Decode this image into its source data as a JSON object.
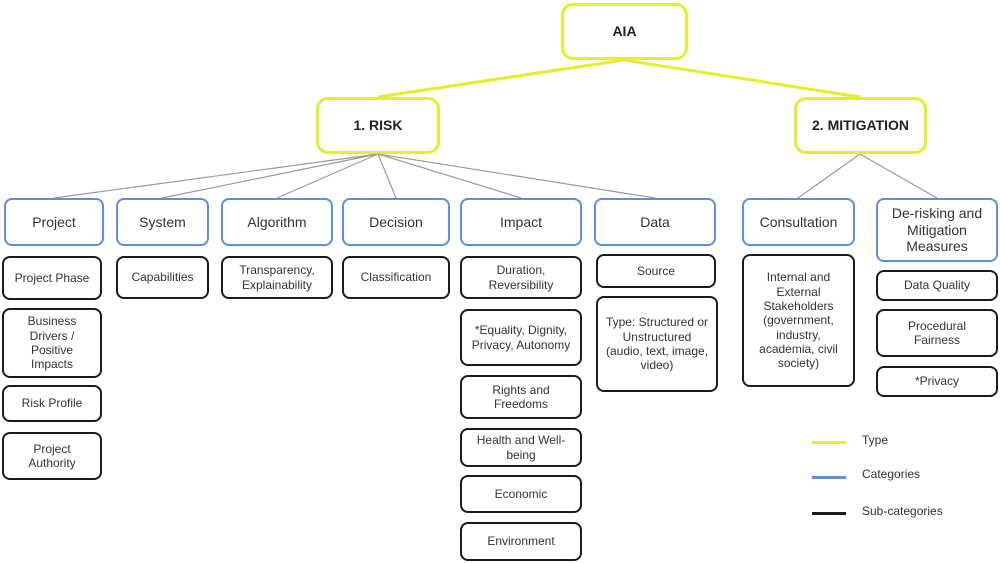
{
  "type_nodes": {
    "root": "AIA",
    "risk": "1. RISK",
    "mitigation": "2. MITIGATION"
  },
  "categories": {
    "project": "Project",
    "system": "System",
    "algorithm": "Algorithm",
    "decision": "Decision",
    "impact": "Impact",
    "data": "Data",
    "consultation": "Consultation",
    "derisking": "De-risking and Mitigation Measures"
  },
  "subcategories": {
    "project": [
      "Project Phase",
      "Business Drivers / Positive Impacts",
      "Risk Profile",
      "Project Authority"
    ],
    "system": [
      "Capabilities"
    ],
    "algorithm": [
      "Transparency, Explainability"
    ],
    "decision": [
      "Classification"
    ],
    "impact": [
      "Duration, Reversibility",
      "*Equality, Dignity, Privacy, Autonomy",
      "Rights and Freedoms",
      "Health and Well-being",
      "Economic",
      "Environment"
    ],
    "data": [
      "Source",
      "Type: Structured or Unstructured (audio, text, image, video)"
    ],
    "consultation": [
      "Internal and External Stakeholders (government, industry, academia, civil society)"
    ],
    "derisking": [
      "Data Quality",
      "Procedural Fairness",
      "*Privacy"
    ]
  },
  "legend": {
    "type": "Type",
    "categories": "Categories",
    "subcategories": "Sub-categories"
  },
  "colors": {
    "type": "#e6ed2b",
    "category": "#5b8fe0",
    "subcategory": "#1a1a1a",
    "connector": "#9a9a9a"
  }
}
